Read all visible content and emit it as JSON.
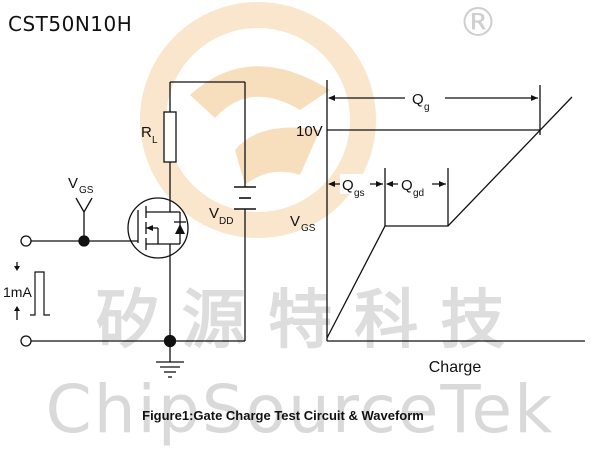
{
  "header": {
    "part_number": "CST50N10H"
  },
  "watermark": {
    "cjk_text": "矽 源 特 科 技",
    "latin_text": "ChipSourceTek",
    "registered_mark": "®",
    "logo_color": "#f5c07a",
    "text_color": "#d6d6d6"
  },
  "circuit": {
    "rl_label": "R",
    "rl_sub": "L",
    "vgs_label": "V",
    "vgs_sub": "GS",
    "vdd_label": "V",
    "vdd_sub": "DD",
    "current_label": "1mA"
  },
  "waveform": {
    "qg_label": "Q",
    "qg_sub": "g",
    "voltage_label": "10V",
    "qgs_label": "Q",
    "qgs_sub": "gs",
    "qgd_label": "Q",
    "qgd_sub": "gd",
    "vgs_label": "V",
    "vgs_sub": "GS",
    "x_axis_label": "Charge"
  },
  "caption": "Figure1:Gate Charge Test Circuit & Waveform",
  "colors": {
    "line": "#111111"
  }
}
